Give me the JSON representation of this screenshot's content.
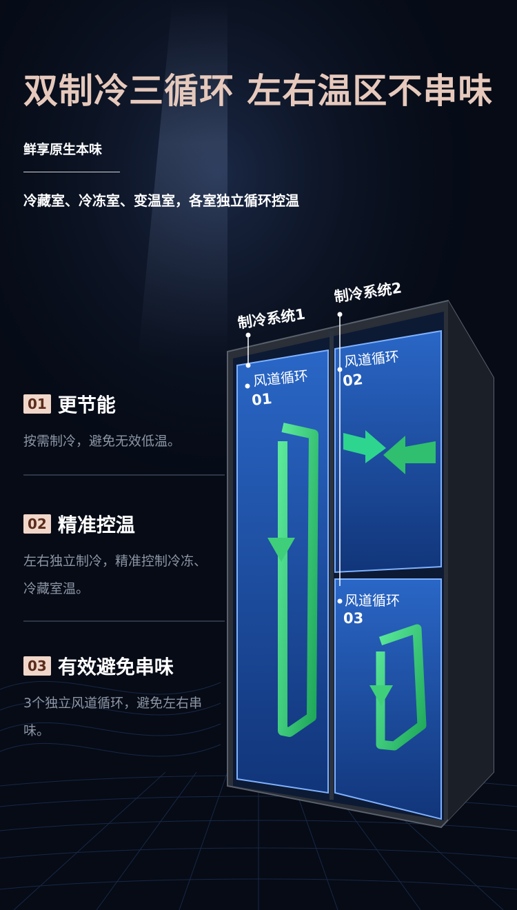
{
  "headline": "双制冷三循环 左右温区不串味",
  "subhead": "鲜享原生本味",
  "description": "冷藏室、冷冻室、变温室，各室独立循环控温",
  "features": [
    {
      "num": "01",
      "title": "更节能",
      "desc": "按需制冷，避免无效低温。"
    },
    {
      "num": "02",
      "title": "精准控温",
      "desc": "左右独立制冷，精准控制冷冻、冷藏室温。"
    },
    {
      "num": "03",
      "title": "有效避免串味",
      "desc": "3个独立风道循环，避免左右串味。"
    }
  ],
  "fridge": {
    "system1": "制冷系统1",
    "system2": "制冷系统2",
    "duct_label": "风道循环",
    "duct1_num": "01",
    "duct2_num": "02",
    "duct3_num": "03"
  },
  "colors": {
    "headline": "#e6c9bc",
    "badge_bg": "#f1d7c9",
    "arrow_green": "#3fcf7a",
    "compartment_blue": "#1f5fc6"
  }
}
